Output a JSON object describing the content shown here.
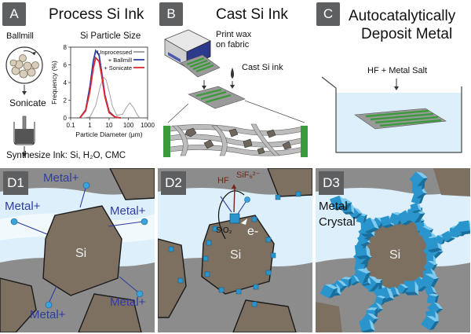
{
  "panels_top": {
    "a": {
      "badge": "A",
      "title": "Process Si Ink",
      "ballmill": "Ballmill",
      "sonicate": "Sonicate",
      "synthesize": "Synthesize Ink: Si, H₂O, CMC",
      "chart_title": "Si Particle Size"
    },
    "b": {
      "badge": "B",
      "title": "Cast Si Ink",
      "print_wax_1": "Print wax",
      "print_wax_2": "on fabric",
      "cast_si_ink": "Cast Si ink"
    },
    "c": {
      "badge": "C",
      "title_1": "Autocatalytically",
      "title_2": "Deposit Metal",
      "bath_label": "HF + Metal Salt"
    }
  },
  "panels_bottom": {
    "d1": {
      "badge": "D1",
      "si": "Si",
      "metal_labels": [
        "Metal+",
        "Metal+",
        "Metal+",
        "Metal+",
        "Metal+"
      ]
    },
    "d2": {
      "badge": "D2",
      "si": "Si",
      "hf": "HF",
      "sif6": "SiF₆²⁻",
      "sio2": "SiO₂",
      "electron": "e-"
    },
    "d3": {
      "badge": "D3",
      "si": "Si",
      "crystal_1": "Metal",
      "crystal_2": "Crystal"
    }
  },
  "colors": {
    "badge": "#5d5f61",
    "silicon": "#7d7060",
    "metal_ion": "#2f3d9e",
    "crystal": "#2a95cc",
    "fabric_bg": "#8c8c8c",
    "liquid": "#dceffa",
    "wax_green": "#3b9a3b"
  },
  "chart_data": {
    "type": "line",
    "title": "Si Particle Size",
    "xlabel": "Particle Diameter (μm)",
    "ylabel": "Frequency (%)",
    "xscale": "log",
    "xlim": [
      0.1,
      1000
    ],
    "ylim": [
      0,
      8
    ],
    "xticks": [
      0.1,
      1,
      10,
      100,
      1000
    ],
    "xtick_labels": [
      "0.1",
      "1",
      "10",
      "100",
      "1000"
    ],
    "yticks": [
      0,
      2,
      4,
      6,
      8
    ],
    "legend_position": "top-right",
    "series": [
      {
        "name": "Unprocessed",
        "color": "#9a9a9a",
        "x": [
          0.4,
          1,
          2,
          3.5,
          5,
          7,
          10,
          15,
          25,
          50,
          80,
          120,
          180,
          300,
          400
        ],
        "y": [
          0,
          0.1,
          1.4,
          3.6,
          4.6,
          4.3,
          3.0,
          1.3,
          0.3,
          0.4,
          1.2,
          1.7,
          1.2,
          0.3,
          0
        ]
      },
      {
        "name": "+ Ballmill",
        "color": "#2d3fa6",
        "x": [
          0.3,
          0.6,
          1,
          1.5,
          2,
          3,
          4,
          6,
          10,
          20,
          40
        ],
        "y": [
          0,
          0.9,
          3.5,
          6.4,
          7.6,
          7.1,
          5.3,
          2.6,
          0.7,
          0.1,
          0
        ]
      },
      {
        "name": "+ Sonicate",
        "color": "#e1262e",
        "x": [
          0.3,
          0.6,
          1,
          1.5,
          2,
          3,
          4,
          6,
          10,
          20,
          40
        ],
        "y": [
          0,
          0.8,
          3.0,
          5.6,
          6.8,
          6.4,
          4.9,
          2.4,
          0.6,
          0.1,
          0
        ]
      }
    ]
  }
}
